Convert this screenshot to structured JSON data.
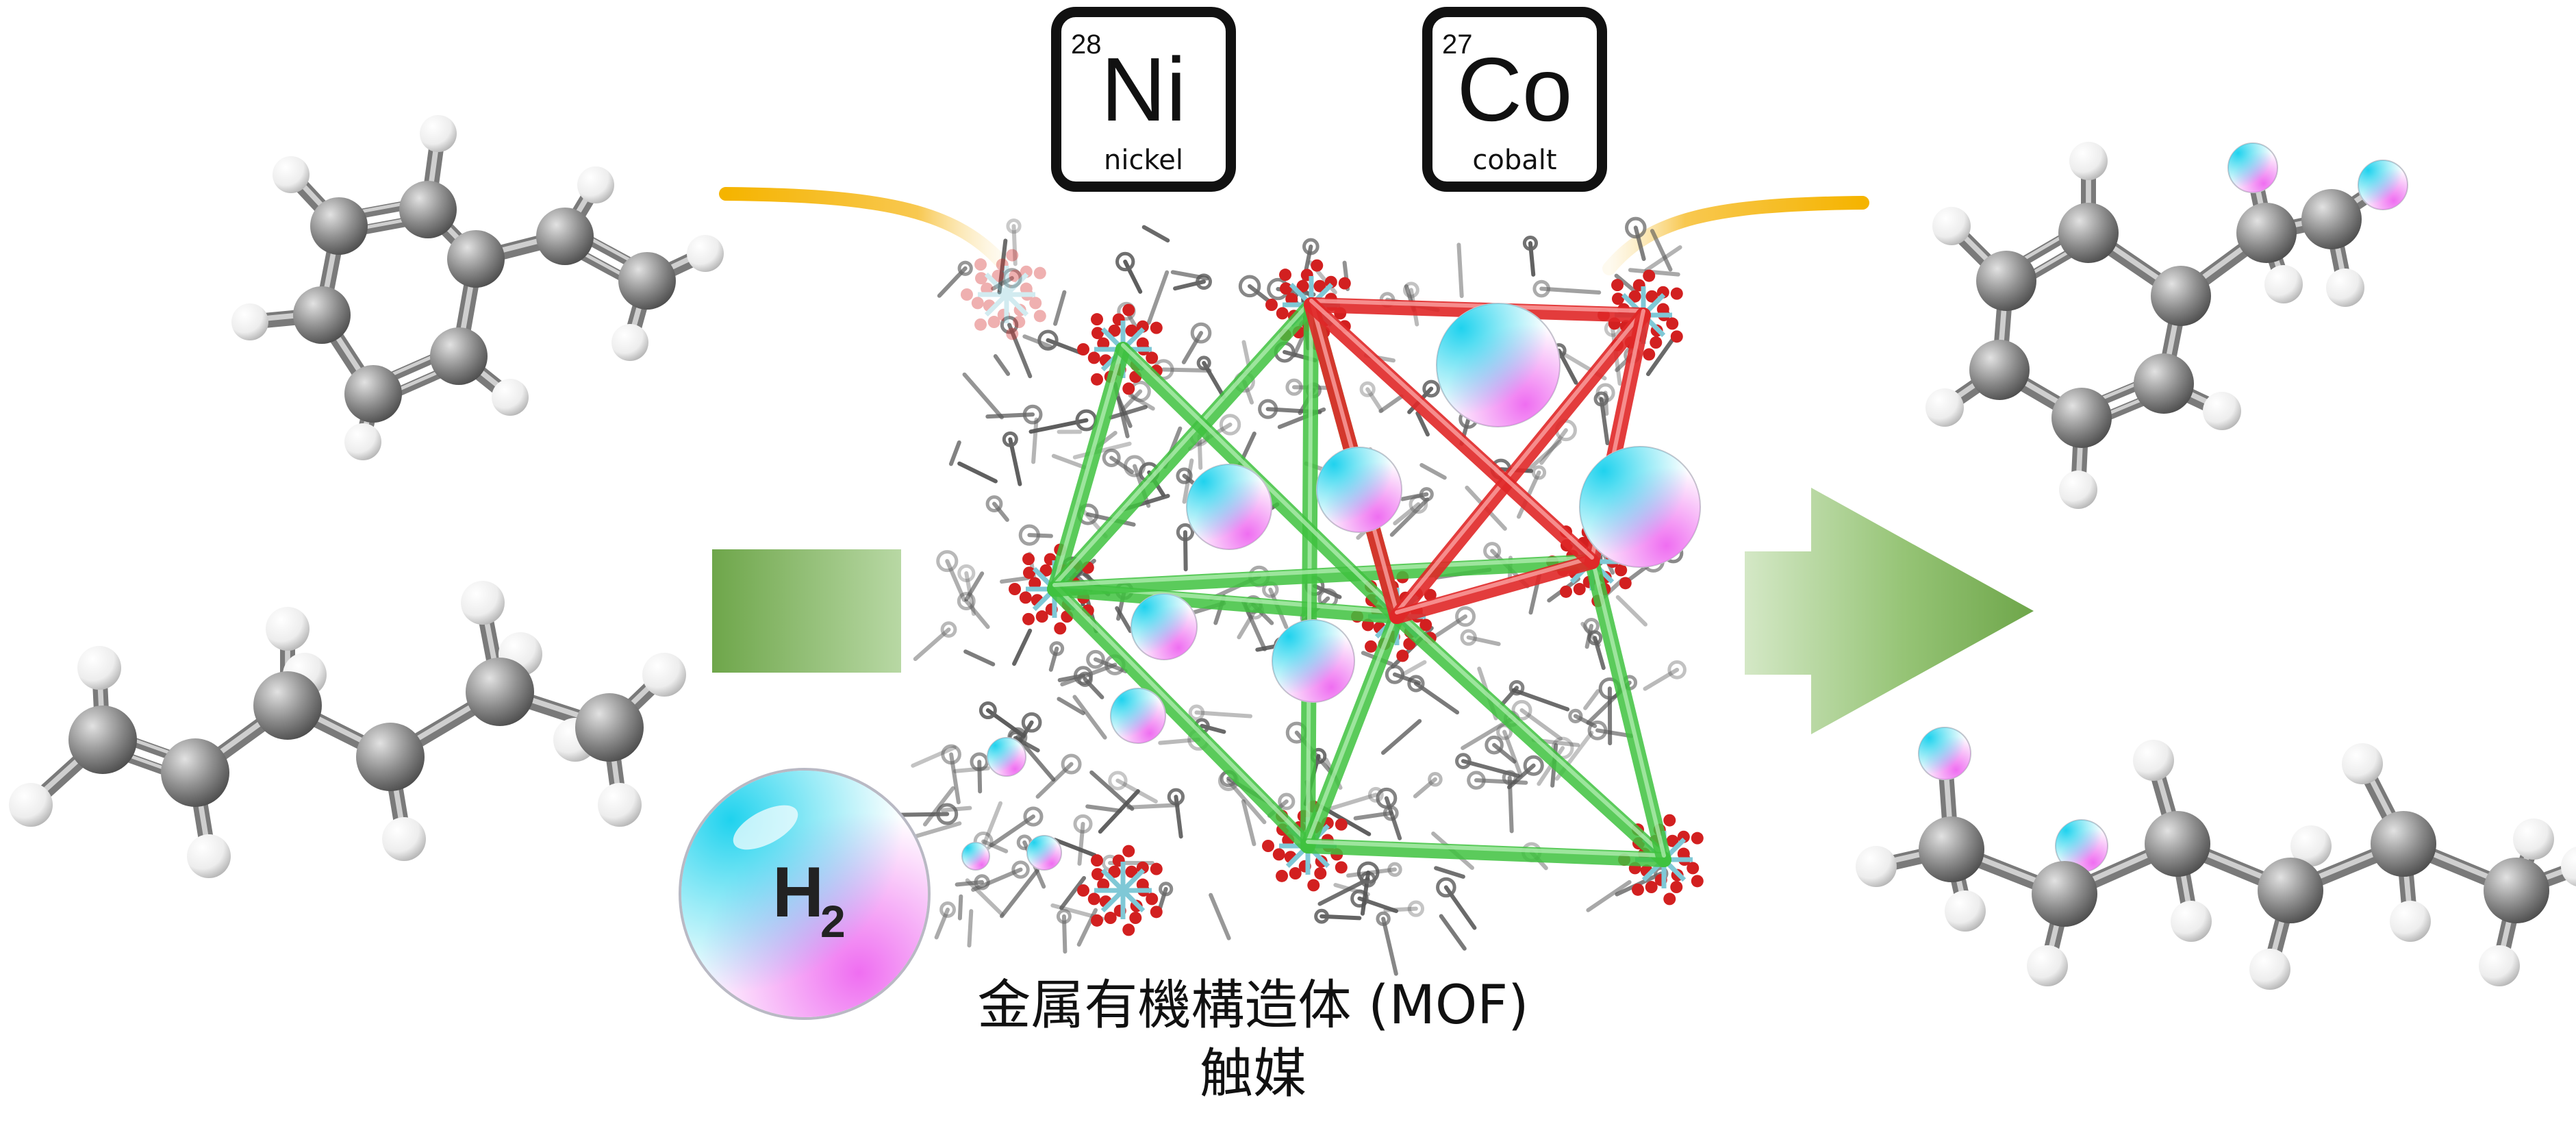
{
  "elements": [
    {
      "number": "28",
      "symbol": "Ni",
      "name": "nickel"
    },
    {
      "number": "27",
      "symbol": "Co",
      "name": "cobalt"
    }
  ],
  "hydrogen": {
    "symbol": "H",
    "subscript": "2"
  },
  "caption": {
    "line1": "金属有機構造体 (MOF)",
    "line2": "触媒"
  },
  "colors": {
    "arc": "#f5b400",
    "arrow_green": "#6ea64a",
    "mof_link_green": "#3fc23f",
    "mof_link_red": "#e02828",
    "cluster_red": "#cc1f1f",
    "carbon": "#8e8e8e",
    "hydrogen_atom": "#f4f4f4",
    "h2_cyan": "#2bd6ee",
    "h2_magenta": "#ee66f0"
  },
  "icons": [
    "styrene-molecule",
    "hexene-molecule",
    "ethylbenzene-molecule",
    "hexane-molecule",
    "h2-bubble",
    "mof-framework"
  ]
}
